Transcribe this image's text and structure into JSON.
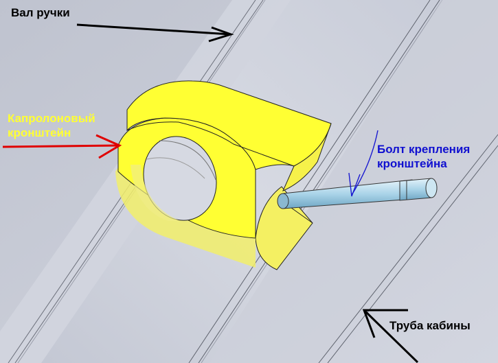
{
  "labels": {
    "shaft": "Вал ручки",
    "bracket_line1": "Капролоновый",
    "bracket_line2": "кронштейн",
    "bolt_line1": "Болт крепления",
    "bolt_line2": "кронштейна",
    "tube": "Труба кабины"
  },
  "colors": {
    "background": "#c9cdd8",
    "bracket": "#ffff33",
    "bolt": "#b3d9ec",
    "arrow_black": "#000000",
    "arrow_red": "#e00000",
    "arrow_blue": "#1a1ad0"
  }
}
